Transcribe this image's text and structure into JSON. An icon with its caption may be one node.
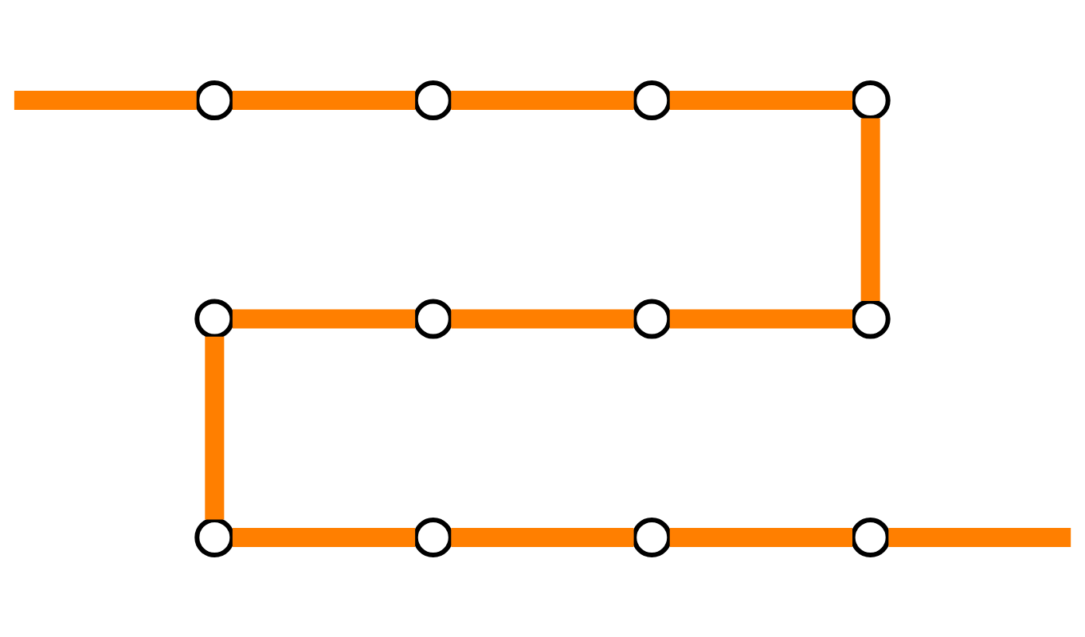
{
  "diagram": {
    "nodes": [
      {
        "text": [],
        "shape": "circle"
      },
      {
        "text": [],
        "shape": "circle"
      },
      {
        "text": [],
        "shape": "circle"
      },
      {
        "text": [],
        "shape": "circle"
      },
      {
        "text": [],
        "shape": "circle"
      },
      {
        "text": [],
        "shape": "circle"
      },
      {
        "text": [],
        "shape": "circle"
      },
      {
        "text": [],
        "shape": "circle"
      },
      {
        "text": [],
        "shape": "circle"
      },
      {
        "text": [],
        "shape": "circle"
      },
      {
        "text": [],
        "shape": "circle"
      },
      {
        "text": [],
        "shape": "circle"
      }
    ],
    "edges": [
      {
        "from": null,
        "to": 0,
        "arrow": "none",
        "color": "#ff7f00"
      },
      {
        "from": 0,
        "to": 1,
        "arrow": "none",
        "color": "#ff7f00"
      },
      {
        "from": 1,
        "to": 2,
        "arrow": "none",
        "color": "#ff7f00"
      },
      {
        "from": 2,
        "to": 3,
        "arrow": "none",
        "color": "#ff7f00"
      },
      {
        "from": 3,
        "to": 7,
        "arrow": "none",
        "color": "#ff7f00"
      },
      {
        "from": 7,
        "to": 6,
        "arrow": "none",
        "color": "#ff7f00"
      },
      {
        "from": 6,
        "to": 5,
        "arrow": "none",
        "color": "#ff7f00"
      },
      {
        "from": 5,
        "to": 4,
        "arrow": "none",
        "color": "#ff7f00"
      },
      {
        "from": 4,
        "to": 8,
        "arrow": "none",
        "color": "#ff7f00"
      },
      {
        "from": 8,
        "to": 9,
        "arrow": "none",
        "color": "#ff7f00"
      },
      {
        "from": 9,
        "to": 10,
        "arrow": "none",
        "color": "#ff7f00"
      },
      {
        "from": 10,
        "to": 11,
        "arrow": "none",
        "color": "#ff7f00"
      },
      {
        "from": 11,
        "to": null,
        "arrow": "none",
        "color": "#ff7f00"
      }
    ]
  }
}
